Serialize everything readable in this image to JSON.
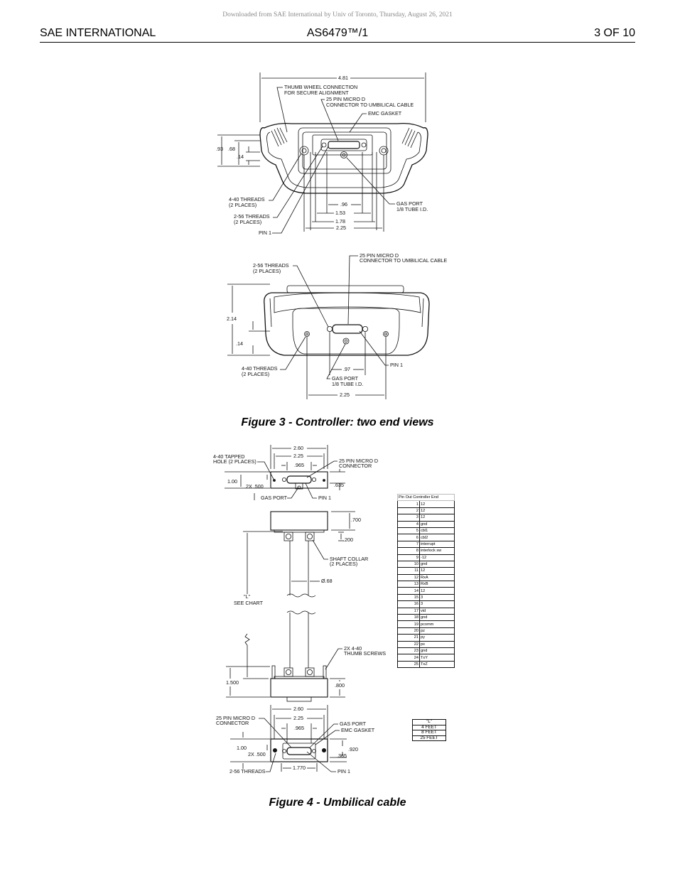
{
  "download_notice": "Downloaded from SAE International by Univ of Toronto, Thursday, August 26, 2021",
  "header": {
    "left": "SAE INTERNATIONAL",
    "center": "AS6479™/1",
    "right": "3 OF 10"
  },
  "figure3": {
    "caption": "Figure 3 - Controller:  two end views",
    "view1": {
      "dim_width": "4.81",
      "thumb_wheel": [
        "THUMB WHEEL CONNECTION",
        "FOR SECURE ALIGNMENT"
      ],
      "connector": [
        "25 PIN MICRO D",
        "CONNECTOR TO UMBILICAL CABLE"
      ],
      "emc": "EMC GASKET",
      "dim_93": ".93",
      "dim_68": ".68",
      "dim_14": ".14",
      "threads_440": [
        "4-40 THREADS",
        "(2 PLACES)"
      ],
      "threads_256": [
        "2-56 THREADS",
        "(2 PLACES)"
      ],
      "pin1": "PIN 1",
      "gas_port": [
        "GAS PORT",
        "1/8 TUBE I.D."
      ],
      "dim_96": ".96",
      "dim_153": "1.53",
      "dim_178": "1.78",
      "dim_225": "2.25"
    },
    "view2": {
      "threads_256": [
        "2-56 THREADS",
        "(2 PLACES)"
      ],
      "connector": [
        "25 PIN MICRO D",
        "CONNECTOR TO UMBILICAL CABLE"
      ],
      "dim_214": "2.14",
      "dim_14": ".14",
      "threads_440": [
        "4-40 THREADS",
        "(2 PLACES)"
      ],
      "pin1": "PIN 1",
      "dim_97": ".97",
      "gas_port": [
        "GAS PORT",
        "1/8 TUBE I.D."
      ],
      "dim_225": "2.25"
    }
  },
  "figure4": {
    "caption": "Figure 4 - Umbilical cable",
    "top": {
      "dim_260": "2.60",
      "dim_225": "2.25",
      "dim_965": ".965",
      "tapped_hole": [
        "4-40 TAPPED",
        "HOLE (2 PLACES)"
      ],
      "connector": [
        "25 PIN MICRO D",
        "CONNECTOR"
      ],
      "dim_100": "1.00",
      "dim_2x500": "2X .500",
      "dim_635": ".635",
      "gas_port": "GAS PORT",
      "pin1": "PIN 1"
    },
    "side": {
      "dim_700": ".700",
      "dim_200": ".200",
      "shaft_collar": [
        "SHAFT COLLAR",
        "(2 PLACES)"
      ],
      "dim_68": "Ø.68",
      "length": [
        "\"L\"",
        "SEE CHART"
      ],
      "thumb_screws": [
        "2X 4-40",
        "THUMB SCREWS"
      ],
      "dim_1500": "1.500",
      "dim_800": ".800"
    },
    "bottom": {
      "dim_260": "2.60",
      "dim_225": "2.25",
      "dim_965": ".965",
      "connector": [
        "25 PIN MICRO D",
        "CONNECTOR"
      ],
      "gas_port": "GAS PORT",
      "emc": "EMC GASKET",
      "dim_100": "1.00",
      "dim_2x500": "2X .500",
      "dim_920": ".920",
      "dim_365": ".365",
      "threads_256": "2-56 THREADS",
      "dim_1770": "1.770",
      "pin1": "PIN 1"
    },
    "pin_table": {
      "title": "Pin Out Controller End",
      "rows": [
        [
          "1",
          "12"
        ],
        [
          "2",
          "12"
        ],
        [
          "3",
          "12"
        ],
        [
          "4",
          "gnd"
        ],
        [
          "5",
          "cbl1"
        ],
        [
          "6",
          "cbl2"
        ],
        [
          "7",
          "interrupt"
        ],
        [
          "8",
          "interlock sw"
        ],
        [
          "9",
          "-12"
        ],
        [
          "10",
          "gnd"
        ],
        [
          "11",
          "12"
        ],
        [
          "12",
          "RxA"
        ],
        [
          "13",
          "RxB"
        ],
        [
          "14",
          "12"
        ],
        [
          "15",
          "3"
        ],
        [
          "16",
          "3"
        ],
        [
          "17",
          "vid"
        ],
        [
          "18",
          "gnd"
        ],
        [
          "19",
          "pcomm"
        ],
        [
          "20",
          "pz"
        ],
        [
          "21",
          "py"
        ],
        [
          "22",
          "px"
        ],
        [
          "23",
          "gnd"
        ],
        [
          "24",
          "TxY"
        ],
        [
          "25",
          "TxZ"
        ]
      ]
    },
    "length_table": {
      "header": "\"L\"",
      "rows": [
        "4 FEET",
        "8 FEET",
        "25 FEET"
      ]
    }
  }
}
